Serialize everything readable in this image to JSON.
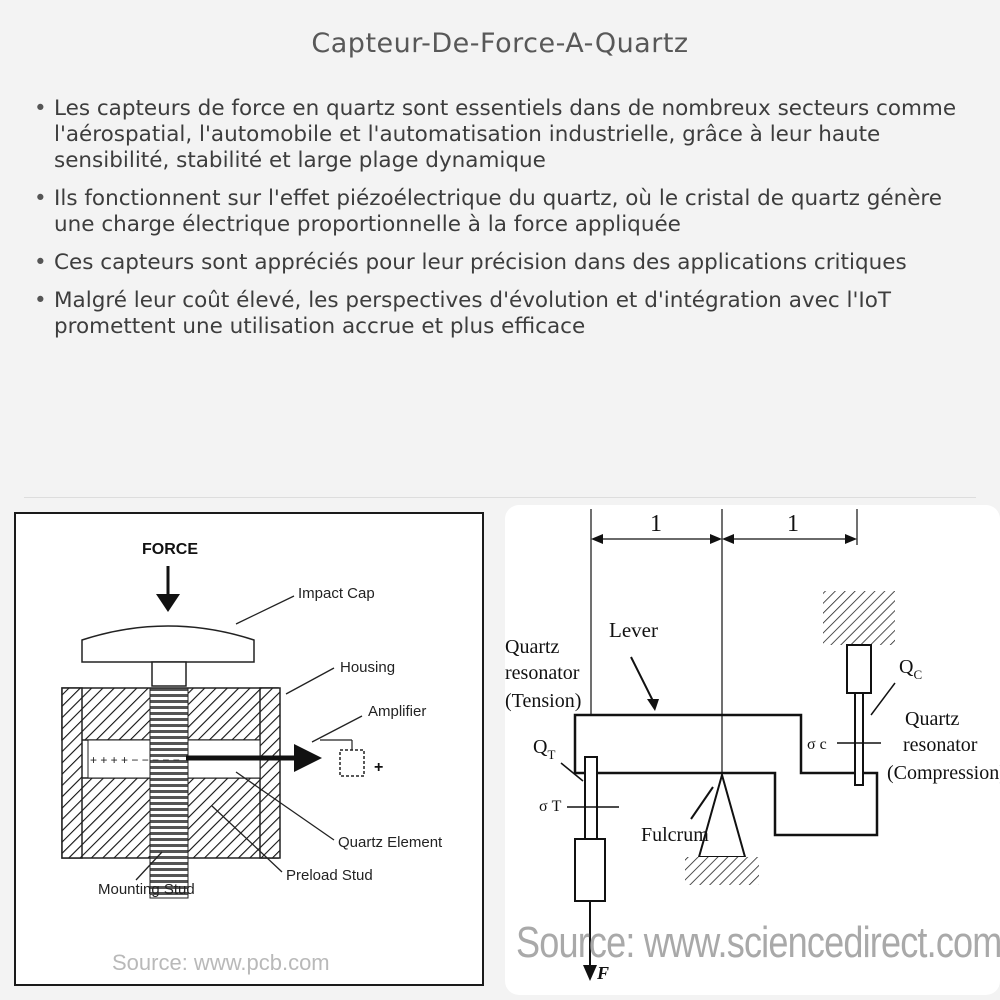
{
  "title": "Capteur-De-Force-A-Quartz",
  "bullets": [
    "Les capteurs de force en quartz sont essentiels dans de nombreux secteurs comme l'aérospatial, l'automobile et l'automatisation industrielle, grâce à leur haute sensibilité, stabilité et large plage dynamique",
    "Ils fonctionnent sur l'effet piézoélectrique du quartz, où le cristal de quartz génère une charge électrique proportionnelle à la force appliquée",
    "Ces capteurs sont appréciés pour leur précision dans des applications critiques",
    "Malgré leur coût élevé, les perspectives d'évolution et d'intégration avec l'IoT promettent une utilisation accrue et plus efficace"
  ],
  "left_diagram": {
    "force": "FORCE",
    "impact_cap": "Impact Cap",
    "housing": "Housing",
    "amplifier": "Amplifier",
    "plus_sign": "+",
    "charge_row": "+ + + + − − − − −",
    "quartz_element": "Quartz Element",
    "preload_stud": "Preload Stud",
    "mounting_stud": "Mounting Stud",
    "source": "Source: www.pcb.com"
  },
  "right_diagram": {
    "dim_left": "1",
    "dim_right": "1",
    "lever": "Lever",
    "quartz_tension_1": "Quartz",
    "quartz_tension_2": "resonator",
    "quartz_tension_3": "(Tension)",
    "q_t": "Q",
    "q_t_sub": "T",
    "sigma_t": "σ T",
    "q_c": "Q",
    "q_c_sub": "C",
    "sigma_c": "σ c",
    "quartz_comp_1": "Quartz",
    "quartz_comp_2": "resonator",
    "quartz_comp_3": "(Compression)",
    "fulcrum": "Fulcrum",
    "force_f": "F",
    "source": "Source: www.sciencedirect.com"
  }
}
